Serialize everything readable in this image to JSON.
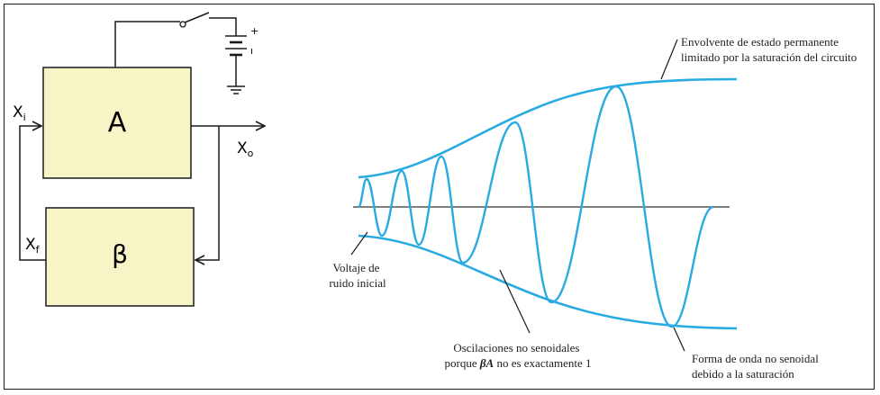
{
  "block_diagram": {
    "amplifier_label": "A",
    "feedback_label": "β",
    "input_label": {
      "main": "X",
      "sub": "i"
    },
    "output_label": {
      "main": "X",
      "sub": "o"
    },
    "feedback_signal_label": {
      "main": "X",
      "sub": "f"
    },
    "battery_plus": "+",
    "battery_minus": "ı"
  },
  "waveform": {
    "envelope_label": [
      "Envolvente de estado permanente",
      "limitado por la saturación del circuito"
    ],
    "noise_label": [
      "Voltaje de",
      "ruido inicial"
    ],
    "nonsinusoidal_label": [
      "Oscilaciones no senoidales",
      "porque ",
      "βA",
      " no es exactamente 1"
    ],
    "waveform_label": [
      "Forma de onda no senoidal",
      "debido a la saturación"
    ]
  },
  "colors": {
    "block_fill": "#f7f5c6",
    "line": "#1a1a1a",
    "wave": "#29abe2",
    "axis": "#555555"
  }
}
